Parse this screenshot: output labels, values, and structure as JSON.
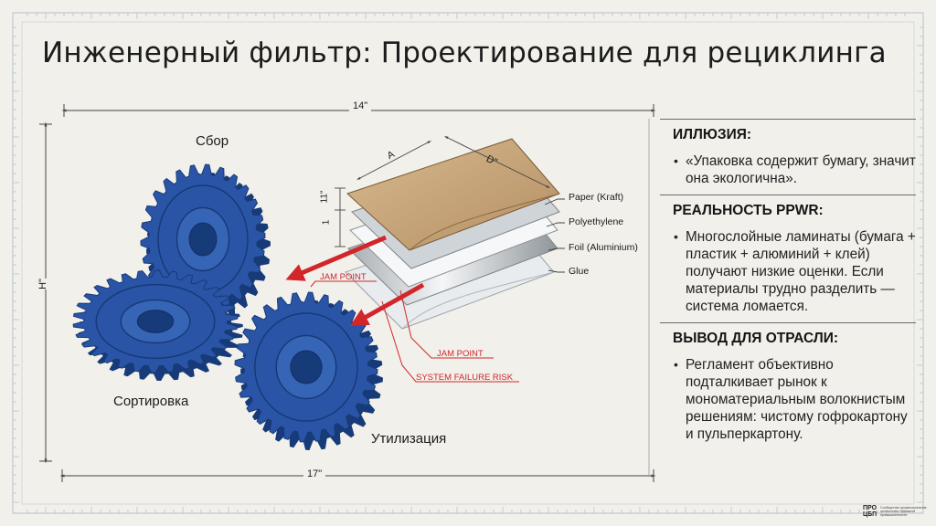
{
  "title": "Инженерный фильтр: Проектирование для рециклинга",
  "gears": {
    "collect": "Сбор",
    "sort": "Сортировка",
    "dispose": "Утилизация"
  },
  "dimensions": {
    "top": "14\"",
    "bottom": "17\"",
    "left": "H\"",
    "layer_a": "A",
    "layer_d": "D\"",
    "thick_1": "1",
    "thick_11": "11\""
  },
  "layers": [
    "Paper (Kraft)",
    "Polyethylene",
    "Foil (Aluminium)",
    "Glue"
  ],
  "callouts": {
    "jam1": "JAM POINT",
    "jam2": "JAM POINT",
    "failure": "SYSTEM FAILURE RISK"
  },
  "panel": [
    {
      "heading": "ИЛЛЮЗИЯ:",
      "text": "«Упаковка содержит бумагу, значит она экологична»."
    },
    {
      "heading": "РЕАЛЬНОСТЬ PPWR:",
      "text": "Многослойные ламинаты (бумага + пластик + алюминий + клей) получают низкие оценки. Если материалы трудно разделить — система ломается."
    },
    {
      "heading": "ВЫВОД ДЛЯ ОТРАСЛИ:",
      "text": "Регламент объективно подталкивает рынок к мономатериальным волокнистым решениям: чистому гофрокартону и пульперкартону."
    }
  ],
  "logo": {
    "mark_top": "ПРО",
    "mark_bottom": "ЦБП",
    "text": "Сообщество профессионалов целлюлозно-бумажной промышленности"
  },
  "colors": {
    "gear": "#2a55a6",
    "gear_dark": "#173a78",
    "arrow": "#d2262b",
    "kraft": "#c9a77c",
    "background": "#f1f0ea"
  }
}
